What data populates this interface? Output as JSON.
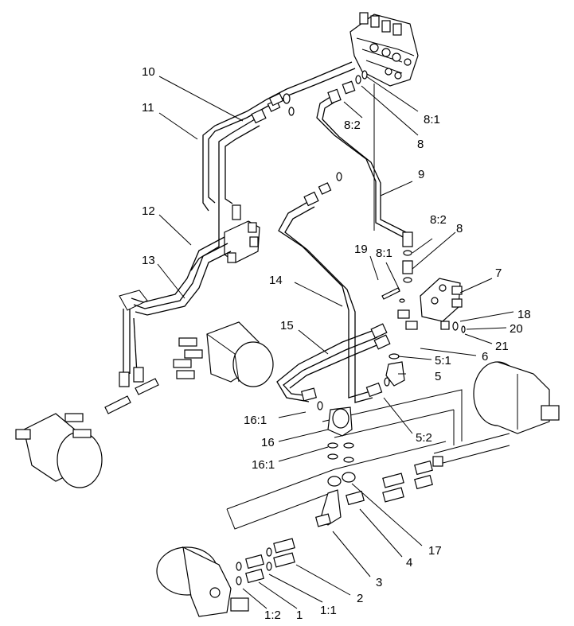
{
  "labels": {
    "l10": "10",
    "l11": "11",
    "l12": "12",
    "l13": "13",
    "l14": "14",
    "l15": "15",
    "l16_1a": "16:1",
    "l16": "16",
    "l16_1b": "16:1",
    "l8_1a": "8:1",
    "l8_2a": "8:2",
    "l8a": "8",
    "l9": "9",
    "l8_2b": "8:2",
    "l8b": "8",
    "l19": "19",
    "l8_1b": "8:1",
    "l7": "7",
    "l18": "18",
    "l20": "20",
    "l21": "21",
    "l6": "6",
    "l5_1": "5:1",
    "l5": "5",
    "l5_2": "5:2",
    "l17": "17",
    "l4": "4",
    "l3": "3",
    "l2": "2",
    "l1_1": "1:1",
    "l1": "1",
    "l1_2": "1:2"
  }
}
